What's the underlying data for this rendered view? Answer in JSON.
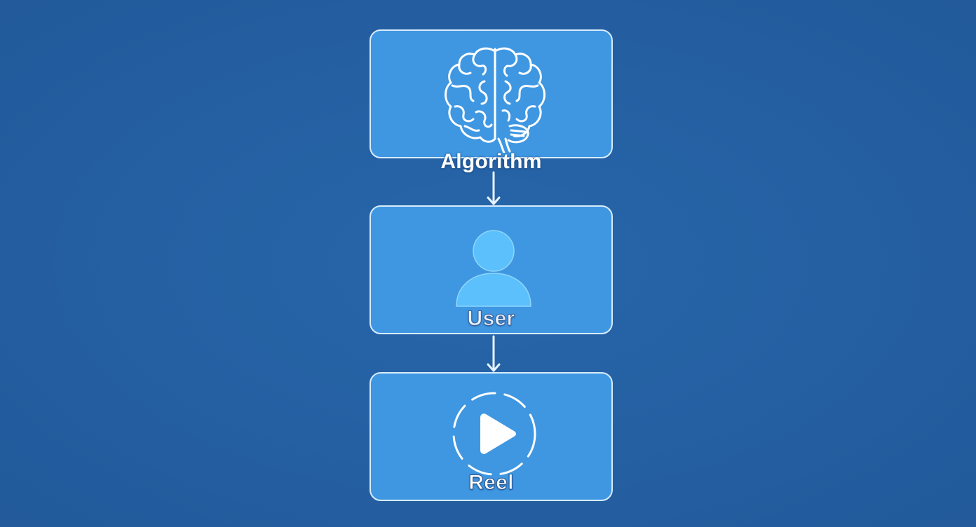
{
  "diagram": {
    "nodes": [
      {
        "id": "algorithm",
        "label": "Algorithm",
        "icon": "brain-icon"
      },
      {
        "id": "user",
        "label": "User",
        "icon": "person-icon"
      },
      {
        "id": "reel",
        "label": "Reel",
        "icon": "play-icon"
      }
    ],
    "edges": [
      {
        "from": "algorithm",
        "to": "user"
      },
      {
        "from": "user",
        "to": "reel"
      }
    ]
  },
  "colors": {
    "background": "#2561a3",
    "node_fill": "#3f97e2",
    "node_border": "#d8ecfb",
    "person_fill": "#5bc0fb",
    "arrow": "#e8f2fc"
  }
}
